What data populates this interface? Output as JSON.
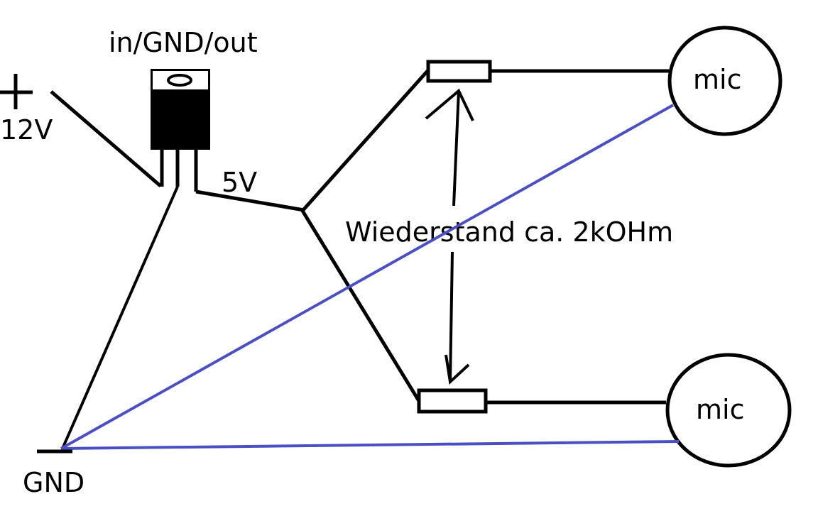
{
  "diagram": {
    "title_regulator_pins": "in/GND/out",
    "supply_plus_symbol": "+",
    "supply_voltage": "12V",
    "output_voltage": "5V",
    "resistor_label": "Wiederstand ca. 2kOHm",
    "ground_label": "GND",
    "mic_top_label": "mic",
    "mic_bottom_label": "mic",
    "colors": {
      "wire": "#000000",
      "ground_wire": "#4a4fc4",
      "background": "#ffffff"
    }
  }
}
